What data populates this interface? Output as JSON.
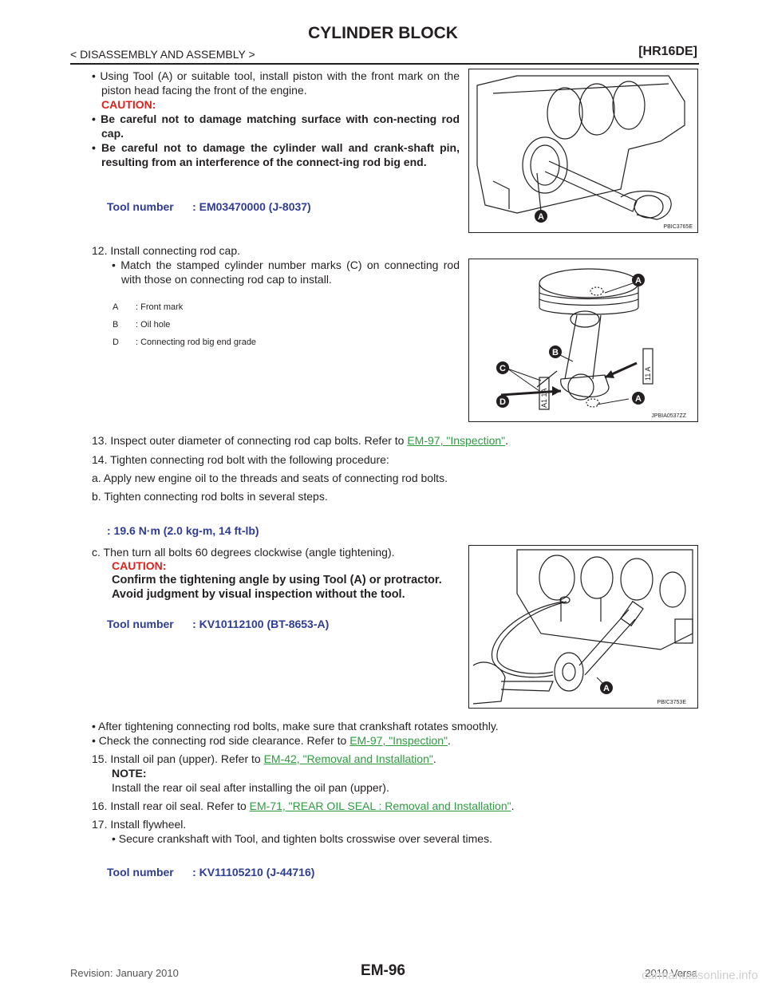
{
  "header": {
    "title": "CYLINDER BLOCK",
    "section": "< DISASSEMBLY AND ASSEMBLY >",
    "model": "[HR16DE]"
  },
  "step_piston": {
    "bullet": "• Using Tool (A) or suitable tool, install piston with the front mark on the piston head facing the front of the engine.",
    "caution_label": "CAUTION:",
    "caution_1": "• Be careful not to damage matching surface with con-necting rod cap.",
    "caution_2": "• Be careful not to damage the cylinder wall and crank-shaft pin, resulting from an interference of the connect-ing rod big end.",
    "tool": "Tool number      : EM03470000 (J-8037)",
    "figure_id": "PBIC3765E",
    "callout": "A"
  },
  "step_12": {
    "text": "12.  Install connecting rod cap.",
    "bullet": "• Match the stamped cylinder number marks (C) on connecting rod with those on connecting rod cap to install.",
    "legend": [
      {
        "key": "A",
        "value": ": Front mark"
      },
      {
        "key": "B",
        "value": ": Oil hole"
      },
      {
        "key": "D",
        "value": ": Connecting rod big end grade"
      }
    ],
    "figure_id": "JPBIA0537ZZ",
    "callouts": [
      "A",
      "B",
      "C",
      "D",
      "A"
    ],
    "stamp_left": "A1 1A",
    "stamp_right": "11 A"
  },
  "step_13": {
    "text": "13.  Inspect outer diameter of connecting rod cap bolts. Refer to ",
    "link": "EM-97, \"Inspection\"",
    "end": "."
  },
  "step_14": {
    "text": "14.  Tighten connecting rod bolt with the following procedure:",
    "a": "a.   Apply new engine oil to the threads and seats of connecting rod bolts.",
    "b": "b.   Tighten connecting rod bolts in several steps.",
    "torque": ": 19.6 N·m (2.0 kg-m, 14 ft-lb)",
    "c": "c.   Then turn all bolts 60 degrees clockwise (angle tightening).",
    "caution_label": "CAUTION:",
    "caution_1": "Confirm the tightening angle by using Tool (A) or protractor.",
    "caution_2": "Avoid judgment by visual inspection without the tool.",
    "tool": "Tool number      : KV10112100 (BT-8653-A)",
    "figure_id": "PBIC3753E",
    "callout": "A"
  },
  "after_bullets": [
    "• After tightening connecting rod bolts, make sure that crankshaft rotates smoothly.",
    "• Check the connecting rod side clearance. Refer to "
  ],
  "after_link": "EM-97, \"Inspection\"",
  "step_15": {
    "text": "15.  Install oil pan (upper). Refer to ",
    "link": "EM-42, \"Removal and Installation\"",
    "note_label": "NOTE:",
    "note": "Install the rear oil seal after installing the oil pan (upper)."
  },
  "step_16": {
    "text": "16.  Install rear oil seal. Refer to ",
    "link": "EM-71, \"REAR OIL SEAL : Removal and Installation\""
  },
  "step_17": {
    "text": "17.  Install flywheel.",
    "bullet": "• Secure crankshaft with Tool, and tighten bolts crosswise over several times.",
    "tool": "Tool number      : KV11105210 (J-44716)"
  },
  "footer": {
    "revision": "Revision: January 2010",
    "page": "EM-96",
    "edition": "2010 Versa",
    "watermark": "carmanualsonline.info"
  }
}
